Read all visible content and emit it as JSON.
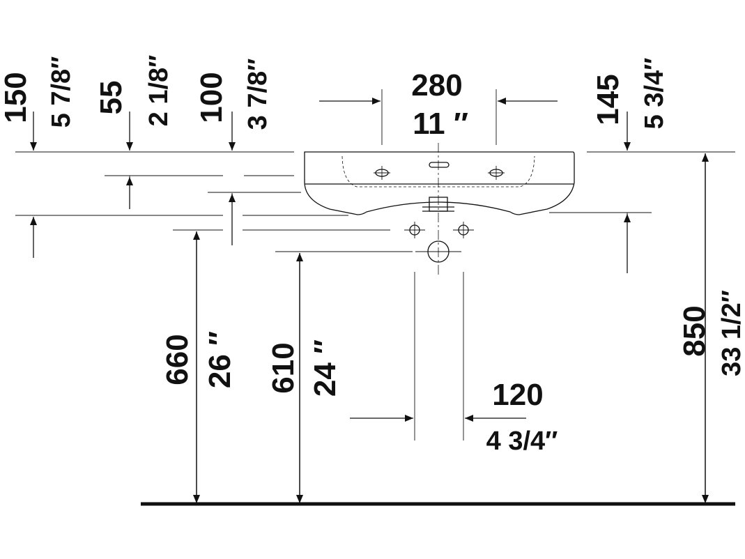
{
  "dimensions": {
    "h150_mm": "150",
    "h150_in": "5 7/8″",
    "h55_mm": "55",
    "h55_in": "2 1/8″",
    "h100_mm": "100",
    "h100_in": "3 7/8″",
    "w280_mm": "280",
    "w280_in": "11 ″",
    "h145_mm": "145",
    "h145_in": "5 3/4″",
    "h660_mm": "660",
    "h660_in": "26 ″",
    "h610_mm": "610",
    "h610_in": "24 ″",
    "w120_mm": "120",
    "w120_in": "4 3/4″",
    "h850_mm": "850",
    "h850_in": "33 1/2″"
  },
  "colors": {
    "line": "#111111",
    "background": "#ffffff"
  }
}
